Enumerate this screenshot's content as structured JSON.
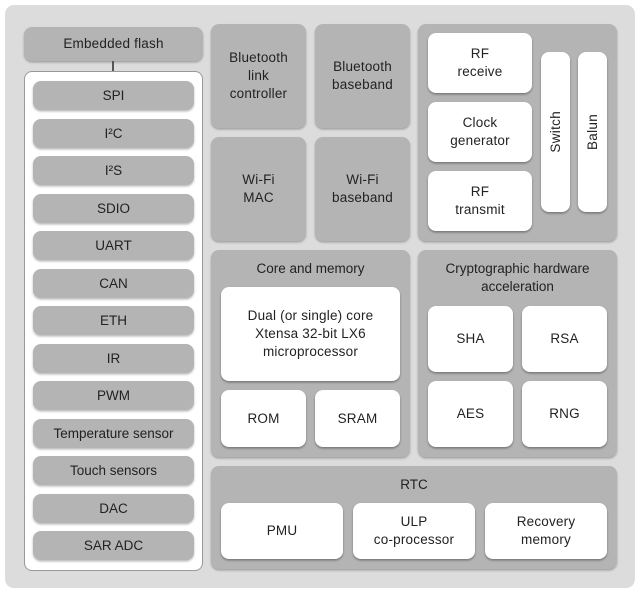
{
  "diagram": {
    "embedded_flash": "Embedded flash",
    "peripherals": [
      "SPI",
      "I²C",
      "I²S",
      "SDIO",
      "UART",
      "CAN",
      "ETH",
      "IR",
      "PWM",
      "Temperature sensor",
      "Touch sensors",
      "DAC",
      "SAR ADC"
    ],
    "bluetooth": {
      "link_controller": "Bluetooth\nlink\ncontroller",
      "baseband": "Bluetooth\nbaseband"
    },
    "wifi": {
      "mac": "Wi-Fi\nMAC",
      "baseband": "Wi-Fi\nbaseband"
    },
    "rf": {
      "receive": "RF\nreceive",
      "clock": "Clock\ngenerator",
      "transmit": "RF\ntransmit",
      "switch": "Switch",
      "balun": "Balun"
    },
    "core": {
      "title": "Core and memory",
      "cpu": "Dual (or single) core\nXtensa 32-bit LX6\nmicroprocessor",
      "rom": "ROM",
      "sram": "SRAM"
    },
    "crypto": {
      "title": "Cryptographic hardware\nacceleration",
      "sha": "SHA",
      "rsa": "RSA",
      "aes": "AES",
      "rng": "RNG"
    },
    "rtc": {
      "title": "RTC",
      "pmu": "PMU",
      "ulp": "ULP\nco-processor",
      "recovery": "Recovery\nmemory"
    }
  }
}
